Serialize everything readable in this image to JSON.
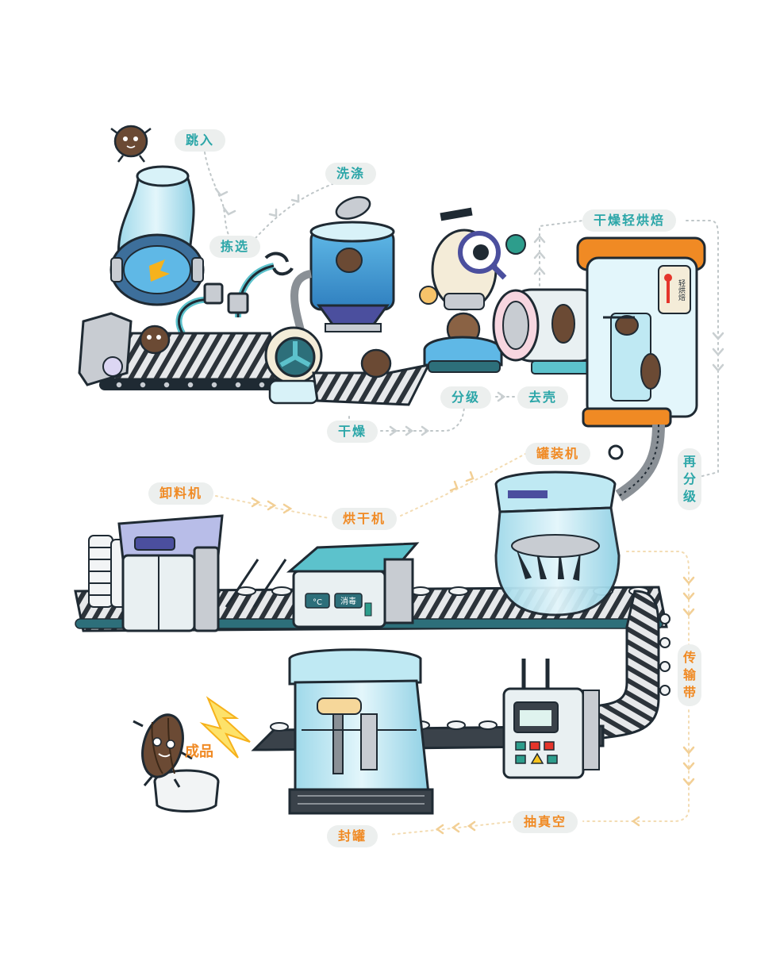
{
  "labels": {
    "tiaoru": "跳入",
    "jianxuan": "拣选",
    "xidi": "洗涤",
    "ganzao": "干燥",
    "fenji": "分级",
    "quke": "去壳",
    "ganzao_qinghongbei": "干燥轻烘焙",
    "zaifenji": "再分级",
    "guanzhuangji": "罐装机",
    "hongganji": "烘干机",
    "xieliaoji": "卸料机",
    "chuansongdai": "传输带",
    "chouzhenkong": "抽真空",
    "fengguan": "封罐",
    "chengpin": "成品"
  },
  "machine_text": {
    "qing_hongbei": "轻烘焙",
    "xiaodu": "消毒",
    "degree_symbol": "°C"
  },
  "colors": {
    "teal": "#2ba6a8",
    "orange": "#f08a24",
    "pill_bg": "#ecefee",
    "glass": "#bfe9f3",
    "metal": "#c8ccd2",
    "outline": "#1f2a33",
    "nut": "#6b4a34"
  }
}
